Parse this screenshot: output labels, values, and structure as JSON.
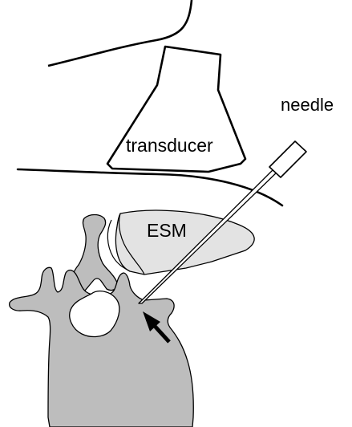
{
  "labels": {
    "needle": "needle",
    "transducer": "transducer",
    "esm": "ESM"
  },
  "colors": {
    "background": "#ffffff",
    "outline": "#000000",
    "vertebra_fill": "#bdbdbd",
    "muscle_fill": "#e3e3e3"
  }
}
